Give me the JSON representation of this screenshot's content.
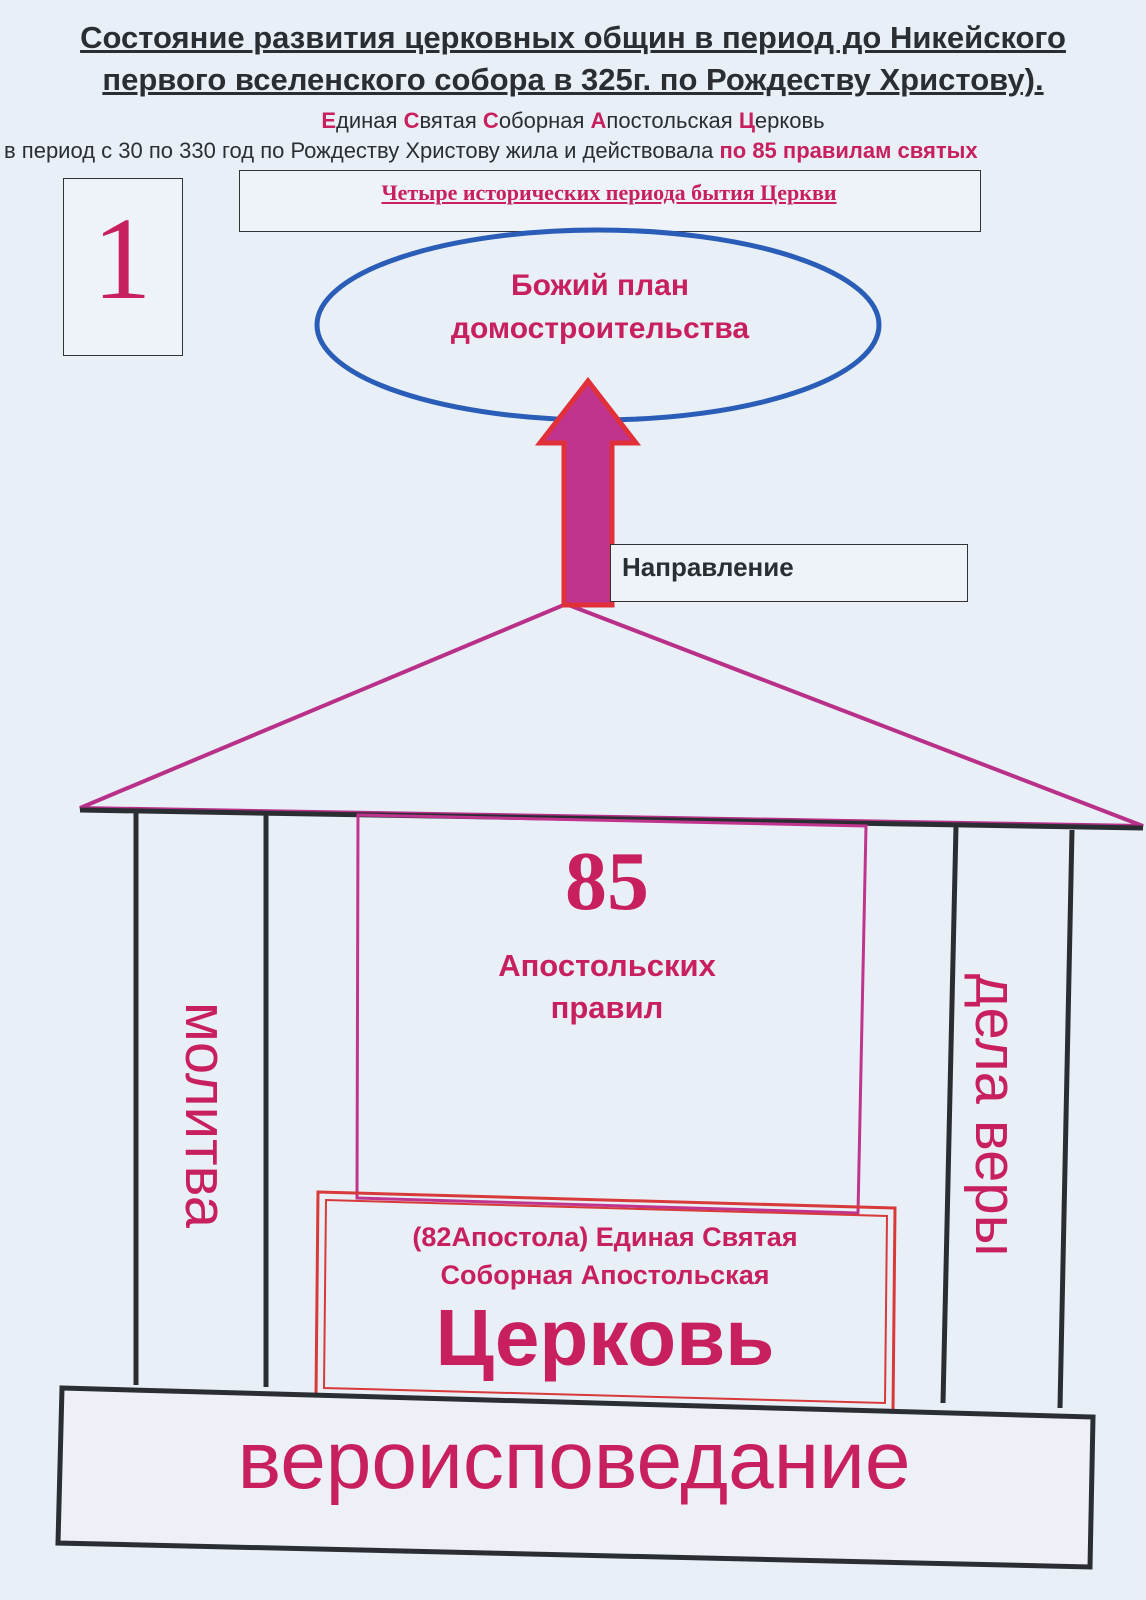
{
  "title": {
    "line1": "Состояние развития церковных общин  в период до Никейского",
    "line2": "первого вселенского собора в 325г. по Рождеству Христову)."
  },
  "subtitle": {
    "church_parts": [
      {
        "initial": "Е",
        "rest": "диная "
      },
      {
        "initial": "С",
        "rest": "вятая "
      },
      {
        "initial": "С",
        "rest": "оборная "
      },
      {
        "initial": "А",
        "rest": "постольская "
      },
      {
        "initial": "Ц",
        "rest": "ерковь"
      }
    ],
    "period_text": "в период с 30 по 330 год по Рождеству Христову жила и действовала ",
    "period_highlight": "по 85 правилам святых"
  },
  "periods_label": "Четыре исторических периода бытия Церкви",
  "page_number": "1",
  "plan": {
    "line1": "Божий план",
    "line2": "домостроительства"
  },
  "direction_label": "Направление",
  "rules": {
    "number": "85",
    "line1": "Апостольских",
    "line2": "правил"
  },
  "left_pillar": "молитва",
  "right_pillar": "дела веры",
  "church": {
    "line1": "(82Апостола) Единая Святая",
    "line2": "Соборная Апостольская",
    "main": "Церковь"
  },
  "foundation": "вероисповедание",
  "colors": {
    "accent": "#c8205e",
    "ellipse": "#2a5db8",
    "roof": "#b8308a",
    "arrow_fill": "#c0348e",
    "arrow_stroke": "#e0303a",
    "church_frame": "#d83a3a",
    "ink": "#2a2e33"
  }
}
